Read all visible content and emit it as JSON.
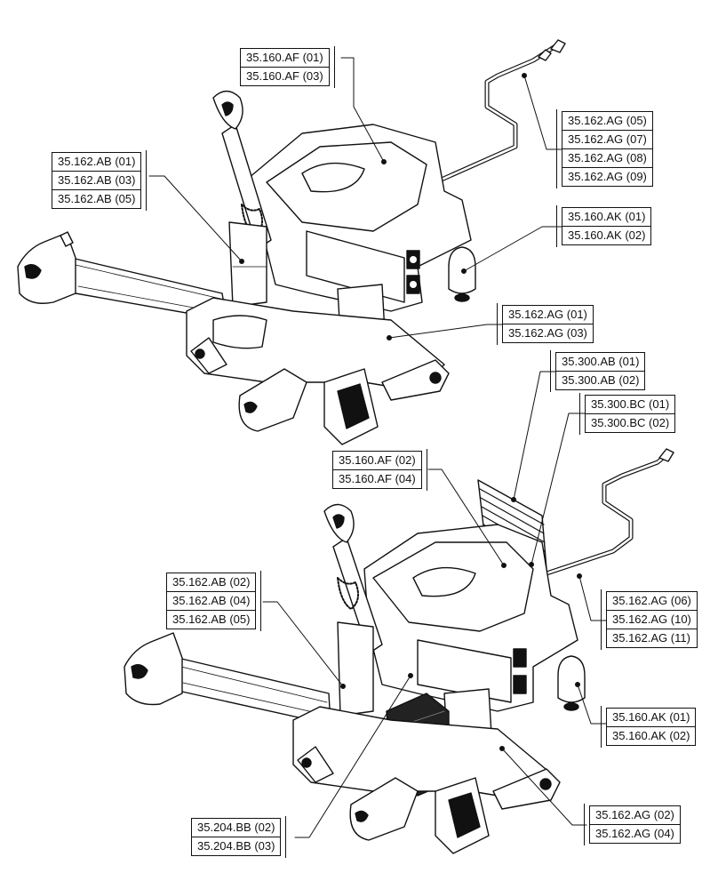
{
  "callouts": {
    "top_af": [
      "35.160.AF (01)",
      "35.160.AF (03)"
    ],
    "top_ab": [
      "35.162.AB (01)",
      "35.162.AB (03)",
      "35.162.AB (05)"
    ],
    "top_ag_right": [
      "35.162.AG (05)",
      "35.162.AG (07)",
      "35.162.AG (08)",
      "35.162.AG (09)"
    ],
    "top_ak": [
      "35.160.AK (01)",
      "35.160.AK (02)"
    ],
    "top_ag_mid": [
      "35.162.AG (01)",
      "35.162.AG (03)"
    ],
    "cooler_ab": [
      "35.300.AB (01)",
      "35.300.AB (02)"
    ],
    "cooler_bc": [
      "35.300.BC (01)",
      "35.300.BC (02)"
    ],
    "bottom_af": [
      "35.160.AF (02)",
      "35.160.AF (04)"
    ],
    "bottom_ab": [
      "35.162.AB (02)",
      "35.162.AB (04)",
      "35.162.AB (05)"
    ],
    "bottom_ag_right": [
      "35.162.AG (06)",
      "35.162.AG (10)",
      "35.162.AG (11)"
    ],
    "bottom_ak": [
      "35.160.AK (01)",
      "35.160.AK (02)"
    ],
    "bottom_bb": [
      "35.204.BB (02)",
      "35.204.BB (03)"
    ],
    "bottom_ag_low": [
      "35.162.AG (02)",
      "35.162.AG (04)"
    ]
  }
}
